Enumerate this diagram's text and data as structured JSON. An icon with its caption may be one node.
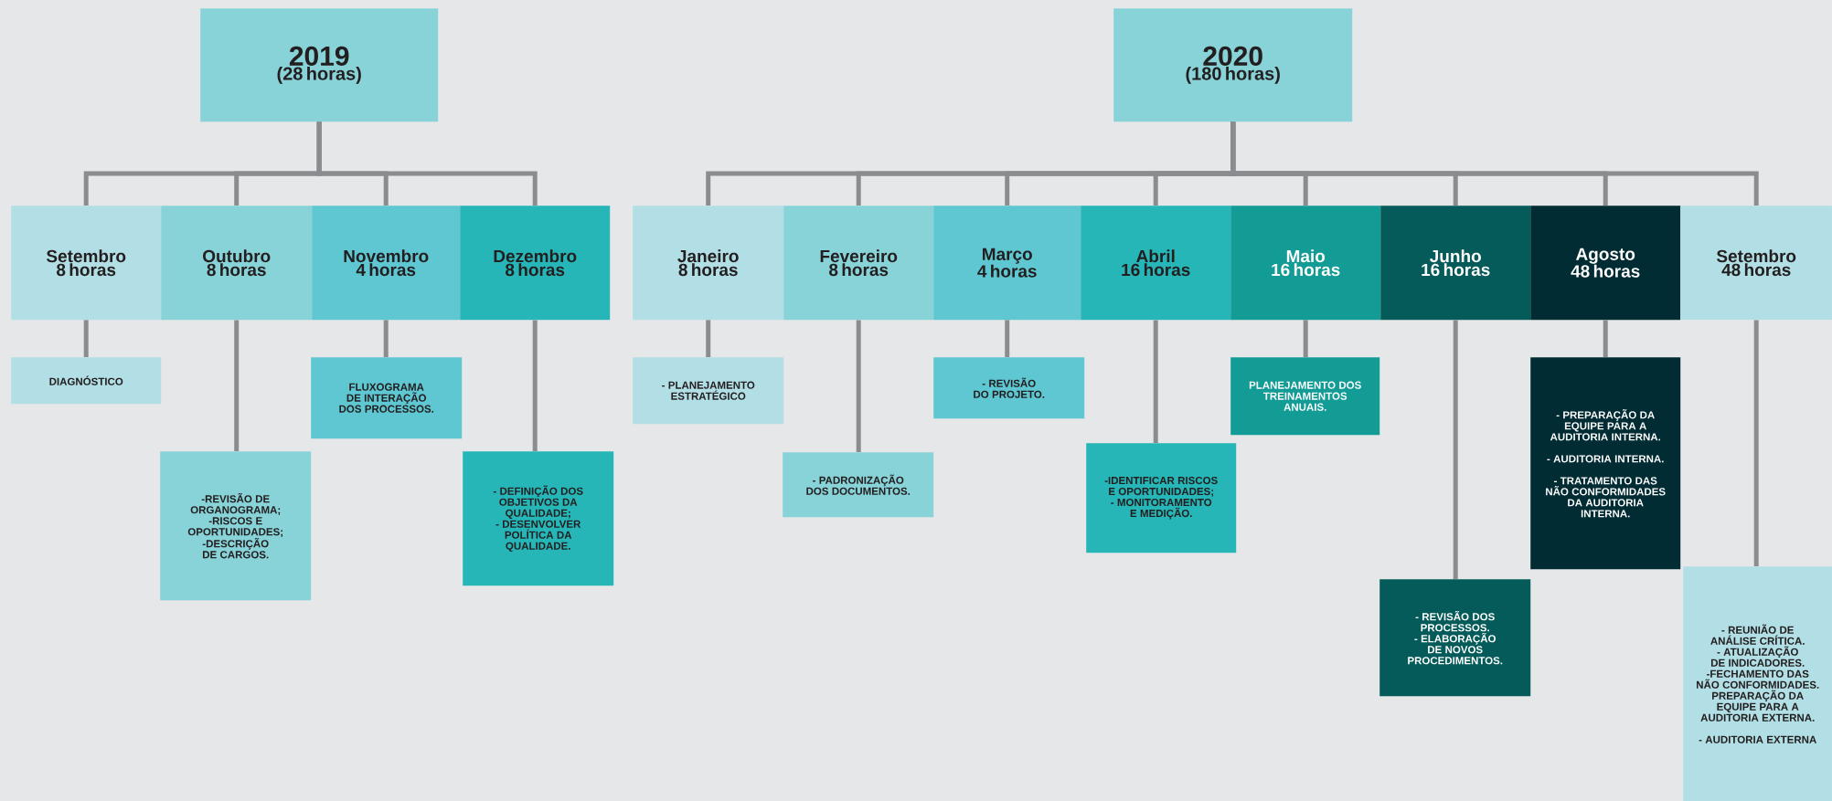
{
  "diagram": {
    "nodes": [
      {
        "text": [
          "2019",
          "(28 horas)"
        ]
      },
      {
        "text": [
          "2020",
          "(180 horas)"
        ]
      },
      {
        "text": [
          "Setembro",
          "8 horas"
        ]
      },
      {
        "text": [
          "Outubro",
          "8 horas"
        ]
      },
      {
        "text": [
          "Novembro",
          "4 horas"
        ]
      },
      {
        "text": [
          "Dezembro",
          "8 horas"
        ]
      },
      {
        "text": [
          "Janeiro",
          "8 horas"
        ]
      },
      {
        "text": [
          "Fevereiro",
          "8 horas"
        ]
      },
      {
        "text": [
          "Março",
          "4 horas"
        ]
      },
      {
        "text": [
          "Abril",
          "16 horas"
        ]
      },
      {
        "text": [
          "Maio",
          "16 horas"
        ]
      },
      {
        "text": [
          "Junho",
          "16 horas"
        ]
      },
      {
        "text": [
          "Agosto",
          "48 horas"
        ]
      },
      {
        "text": [
          "Setembro",
          "48 horas"
        ]
      },
      {
        "text": [
          "DIAGNÓSTICO"
        ]
      },
      {
        "text": [
          "-REVISÃO DE ORGANOGRAMA;",
          "-RISCOS E OPORTUNIDADES;",
          "-DESCRIÇÃO DE CARGOS."
        ]
      },
      {
        "text": [
          "FLUXOGRAMA DE INTERAÇÃO DOS PROCESSOS."
        ]
      },
      {
        "text": [
          "- DEFINIÇÃO DOS OBJETIVOS DA QUALIDADE;",
          "- DESENVOLVER POLÍTICA DA QUALIDADE."
        ]
      },
      {
        "text": [
          "- PLANEJAMENTO ESTRATÉGICO"
        ]
      },
      {
        "text": [
          "- PADRONIZAÇÃO DOS DOCUMENTOS."
        ]
      },
      {
        "text": [
          "- REVISÃO DO PROJETO."
        ]
      },
      {
        "text": [
          "-IDENTIFICAR RISCOS E OPORTUNIDADES;",
          "- MONITORAMENTO E MEDIÇÃO."
        ]
      },
      {
        "text": [
          "PLANEJAMENTO DOS TREINAMENTOS ANUAIS."
        ]
      },
      {
        "text": [
          "- REVISÃO DOS PROCESSOS.",
          "- ELABORAÇÃO DE NOVOS PROCEDIMENTOS."
        ]
      },
      {
        "text": [
          "- PREPARAÇÃO DA EQUIPE PARA A AUDITORIA INTERNA.",
          "- AUDITORIA INTERNA.",
          "- TRATAMENTO DAS NÃO CONFORMIDADES DA AUDITORIA INTERNA."
        ]
      },
      {
        "text": [
          "- REUNIÃO DE ANÁLISE CRÍTICA.",
          "- ATUALIZAÇÃO DE INDICADORES.",
          "-FECHAMENTO DAS NÃO CONFORMIDADES.",
          "PREPARAÇÃO DA EQUIPE PARA A AUDITORIA EXTERNA.",
          "- AUDITORIA EXTERNA"
        ]
      }
    ],
    "edges": [
      {
        "from": 0,
        "to": 2,
        "arrow": "none"
      },
      {
        "from": 0,
        "to": 3,
        "arrow": "none"
      },
      {
        "from": 0,
        "to": 4,
        "arrow": "none"
      },
      {
        "from": 0,
        "to": 5,
        "arrow": "none"
      },
      {
        "from": 1,
        "to": 6,
        "arrow": "none"
      },
      {
        "from": 1,
        "to": 7,
        "arrow": "none"
      },
      {
        "from": 1,
        "to": 8,
        "arrow": "none"
      },
      {
        "from": 1,
        "to": 9,
        "arrow": "none"
      },
      {
        "from": 1,
        "to": 10,
        "arrow": "none"
      },
      {
        "from": 1,
        "to": 11,
        "arrow": "none"
      },
      {
        "from": 1,
        "to": 12,
        "arrow": "none"
      },
      {
        "from": 1,
        "to": 13,
        "arrow": "none"
      },
      {
        "from": 2,
        "to": 14,
        "arrow": "none"
      },
      {
        "from": 3,
        "to": 15,
        "arrow": "none"
      },
      {
        "from": 4,
        "to": 16,
        "arrow": "none"
      },
      {
        "from": 5,
        "to": 17,
        "arrow": "none"
      },
      {
        "from": 6,
        "to": 18,
        "arrow": "none"
      },
      {
        "from": 7,
        "to": 19,
        "arrow": "none"
      },
      {
        "from": 8,
        "to": 20,
        "arrow": "none"
      },
      {
        "from": 9,
        "to": 21,
        "arrow": "none"
      },
      {
        "from": 10,
        "to": 22,
        "arrow": "none"
      },
      {
        "from": 11,
        "to": 23,
        "arrow": "none"
      },
      {
        "from": 12,
        "to": 24,
        "arrow": "none"
      },
      {
        "from": 13,
        "to": 25,
        "arrow": "none"
      }
    ]
  }
}
